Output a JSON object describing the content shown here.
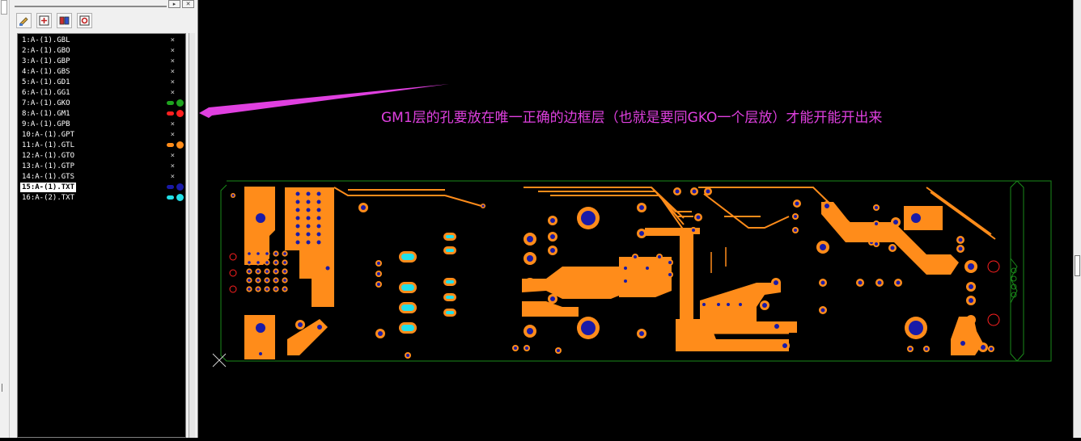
{
  "layers": [
    {
      "label": "1:A-(1).GBL",
      "state": "x"
    },
    {
      "label": "2:A-(1).GBO",
      "state": "x"
    },
    {
      "label": "3:A-(1).GBP",
      "state": "x"
    },
    {
      "label": "4:A-(1).GBS",
      "state": "x"
    },
    {
      "label": "5:A-(1).GD1",
      "state": "x"
    },
    {
      "label": "6:A-(1).GG1",
      "state": "x"
    },
    {
      "label": "7:A-(1).GKO",
      "state": "color",
      "color": "#1fa31f"
    },
    {
      "label": "8:A-(1).GM1",
      "state": "color",
      "color": "#ff2020"
    },
    {
      "label": "9:A-(1).GPB",
      "state": "x"
    },
    {
      "label": "10:A-(1).GPT",
      "state": "x"
    },
    {
      "label": "11:A-(1).GTL",
      "state": "color",
      "color": "#ff8c1a"
    },
    {
      "label": "12:A-(1).GTO",
      "state": "x"
    },
    {
      "label": "13:A-(1).GTP",
      "state": "x"
    },
    {
      "label": "14:A-(1).GTS",
      "state": "x"
    },
    {
      "label": "15:A-(1).TXT",
      "state": "color",
      "color": "#1a1aa8",
      "selected": true
    },
    {
      "label": "16:A-(2).TXT",
      "state": "color",
      "color": "#22e0e8"
    }
  ],
  "annotation": {
    "text": "GM1层的孔要放在唯一正确的边框层（也就是要同GKO一个层放）才能开能开出来",
    "color": "#e040e0"
  },
  "toolbar": [
    "brush-icon",
    "add-layer-icon",
    "layers-icon",
    "camera-icon"
  ],
  "colors": {
    "copper": "#ff8c1a",
    "hole": "#1a1aa8",
    "outline": "#1a8a1a",
    "mill": "#ff2020",
    "drill": "#22e0e8",
    "arrow": "#e040e0"
  }
}
